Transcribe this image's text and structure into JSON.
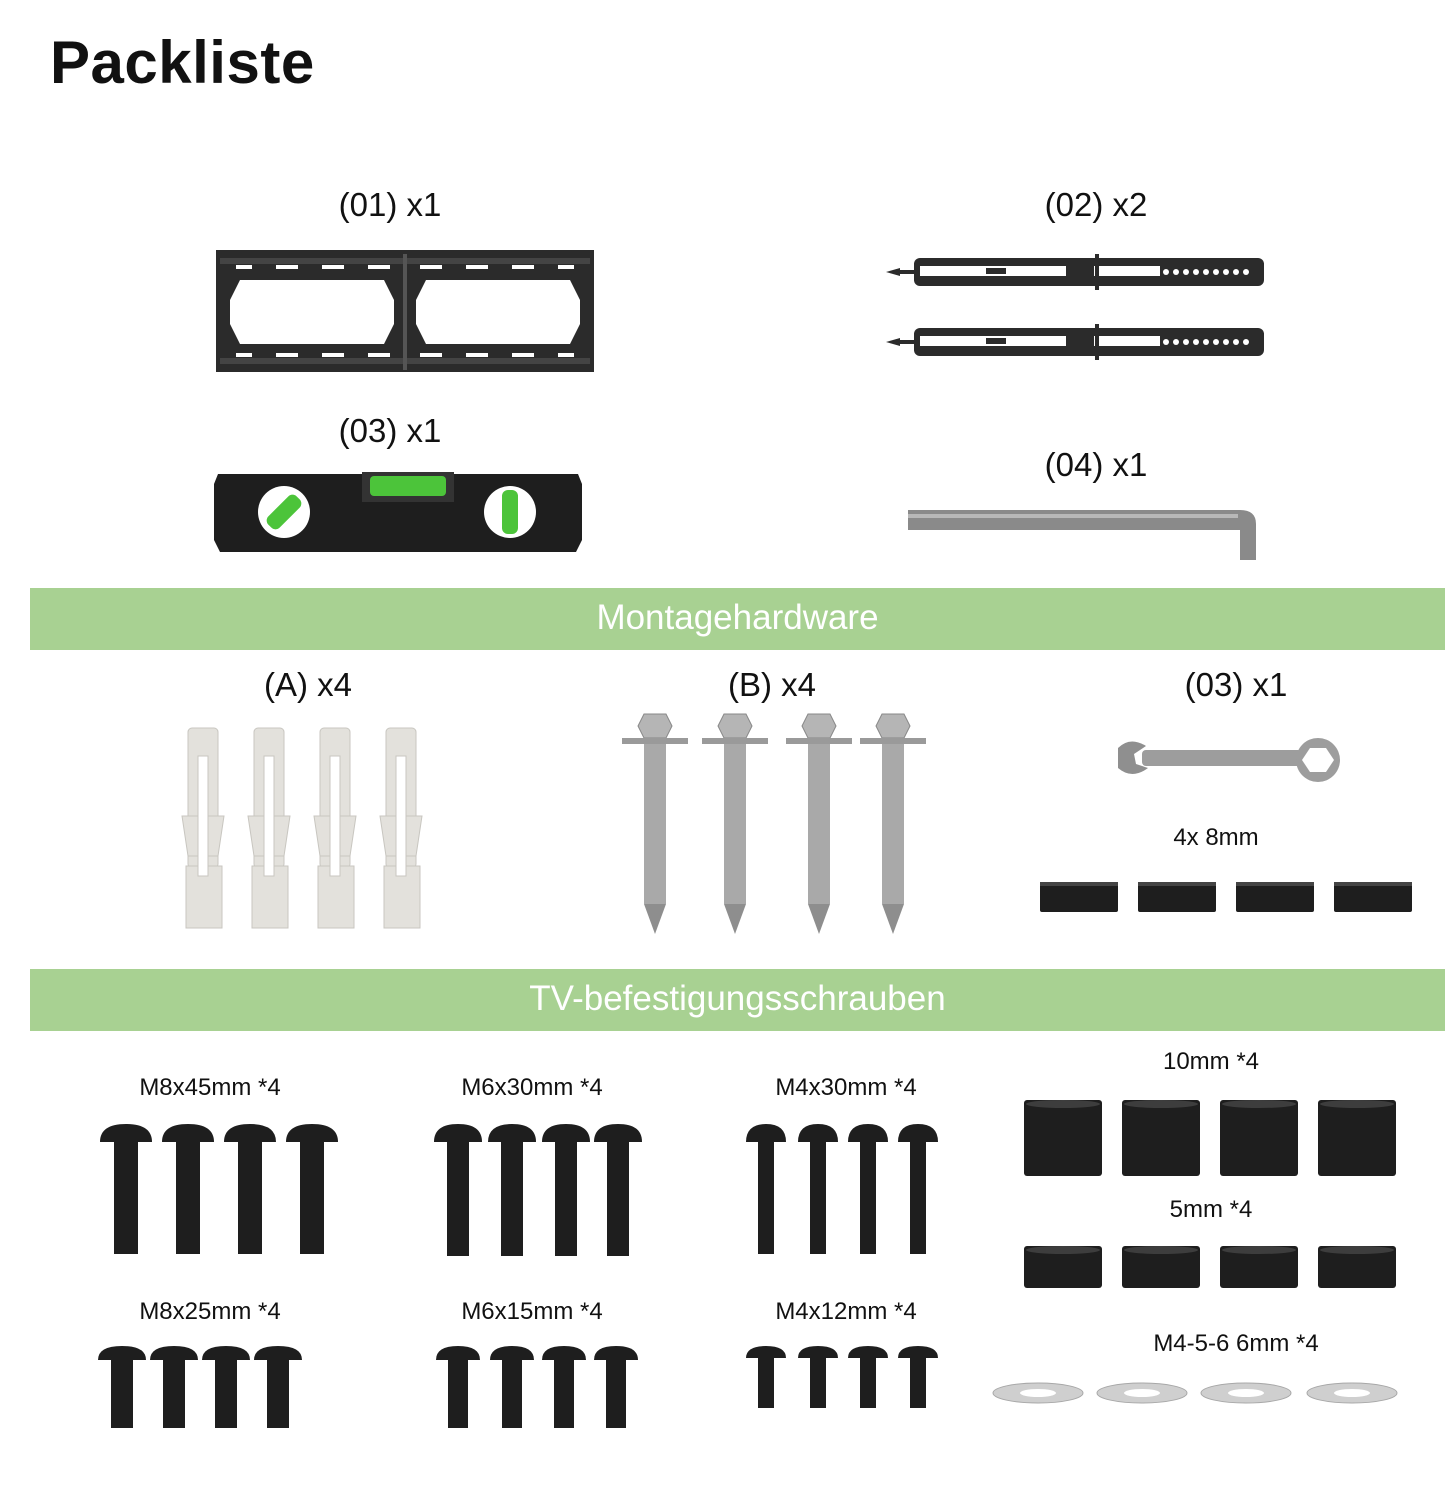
{
  "page_title": "Packliste",
  "parts": {
    "p01": "(01) x1",
    "p02": "(02) x2",
    "p03": "(03) x1",
    "p04": "(04) x1"
  },
  "section_mount": {
    "title": "Montagehardware",
    "a": "(A) x4",
    "b": "(B) x4",
    "c": "(03) x1",
    "spacer_label": "4x 8mm"
  },
  "section_tv": {
    "title": "TV-befestigungsschrauben",
    "screws": [
      {
        "label": "M8x45mm *4"
      },
      {
        "label": "M6x30mm *4"
      },
      {
        "label": "M4x30mm  *4"
      },
      {
        "label": "M8x25mm *4"
      },
      {
        "label": "M6x15mm *4"
      },
      {
        "label": "M4x12mm  *4"
      }
    ],
    "spacers_10": "10mm  *4",
    "spacers_5": "5mm   *4",
    "washers": "M4-5-6 6mm *4"
  },
  "colors": {
    "band": "#a8d192",
    "metal_dark": "#2b2b2b",
    "level_green": "#4cc43a"
  }
}
